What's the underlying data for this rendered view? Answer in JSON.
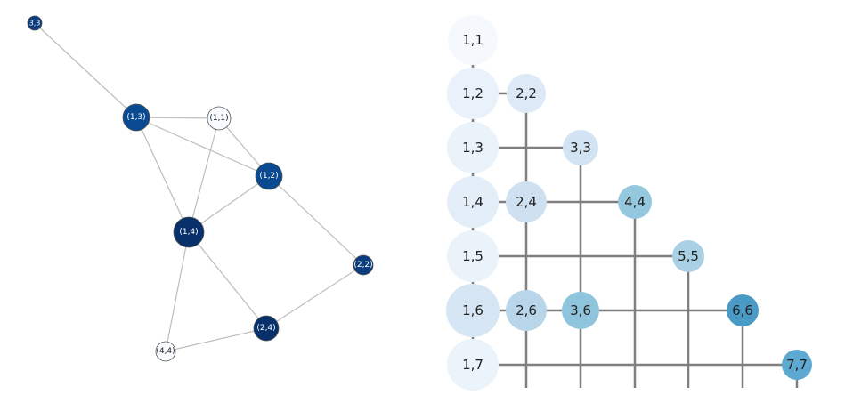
{
  "left_graph": {
    "nodes": [
      {
        "id": "3,3",
        "label": "3,3",
        "color": "#0b3c7c",
        "text_color": "#ffffff"
      },
      {
        "id": "1,3",
        "label": "(1,3)",
        "color": "#0a4a90",
        "text_color": "#ffffff"
      },
      {
        "id": "1,1",
        "label": "(1,1)",
        "color": "#f7fbff",
        "text_color": "#222222"
      },
      {
        "id": "1,2",
        "label": "(1,2)",
        "color": "#0a4a90",
        "text_color": "#ffffff"
      },
      {
        "id": "1,4",
        "label": "(1,4)",
        "color": "#08306b",
        "text_color": "#ffffff"
      },
      {
        "id": "2,2",
        "label": "(2,2)",
        "color": "#0b3c7c",
        "text_color": "#ffffff"
      },
      {
        "id": "2,4",
        "label": "(2,4)",
        "color": "#08306b",
        "text_color": "#ffffff"
      },
      {
        "id": "4,4",
        "label": "(4,4)",
        "color": "#f7fbff",
        "text_color": "#222222"
      }
    ],
    "edges": [
      [
        "3,3",
        "1,3"
      ],
      [
        "1,3",
        "1,1"
      ],
      [
        "1,3",
        "1,2"
      ],
      [
        "1,3",
        "1,4"
      ],
      [
        "1,1",
        "1,2"
      ],
      [
        "1,1",
        "1,4"
      ],
      [
        "1,2",
        "1,4"
      ],
      [
        "1,2",
        "2,2"
      ],
      [
        "1,4",
        "2,4"
      ],
      [
        "1,4",
        "4,4"
      ],
      [
        "2,2",
        "2,4"
      ],
      [
        "2,4",
        "4,4"
      ]
    ]
  },
  "right_grid": {
    "nodes": [
      {
        "id": "1,1",
        "label": "1,1",
        "color": "#f5f9fe"
      },
      {
        "id": "1,2",
        "label": "1,2",
        "color": "#e9f2fa"
      },
      {
        "id": "1,3",
        "label": "1,3",
        "color": "#eaf2fa"
      },
      {
        "id": "1,4",
        "label": "1,4",
        "color": "#e3eef8"
      },
      {
        "id": "1,5",
        "label": "1,5",
        "color": "#eaf2fa"
      },
      {
        "id": "1,6",
        "label": "1,6",
        "color": "#d7e6f4"
      },
      {
        "id": "1,7",
        "label": "1,7",
        "color": "#ebf3fb"
      },
      {
        "id": "2,2",
        "label": "2,2",
        "color": "#dde9f6"
      },
      {
        "id": "2,4",
        "label": "2,4",
        "color": "#cfe1f1"
      },
      {
        "id": "2,6",
        "label": "2,6",
        "color": "#b8d5ea"
      },
      {
        "id": "3,3",
        "label": "3,3",
        "color": "#d2e3f3"
      },
      {
        "id": "3,6",
        "label": "3,6",
        "color": "#8ec4dc"
      },
      {
        "id": "4,4",
        "label": "4,4",
        "color": "#94c8de"
      },
      {
        "id": "5,5",
        "label": "5,5",
        "color": "#a9d0e4"
      },
      {
        "id": "6,6",
        "label": "6,6",
        "color": "#4a9ac6"
      },
      {
        "id": "7,7",
        "label": "7,7",
        "color": "#5ea9d1"
      }
    ]
  }
}
